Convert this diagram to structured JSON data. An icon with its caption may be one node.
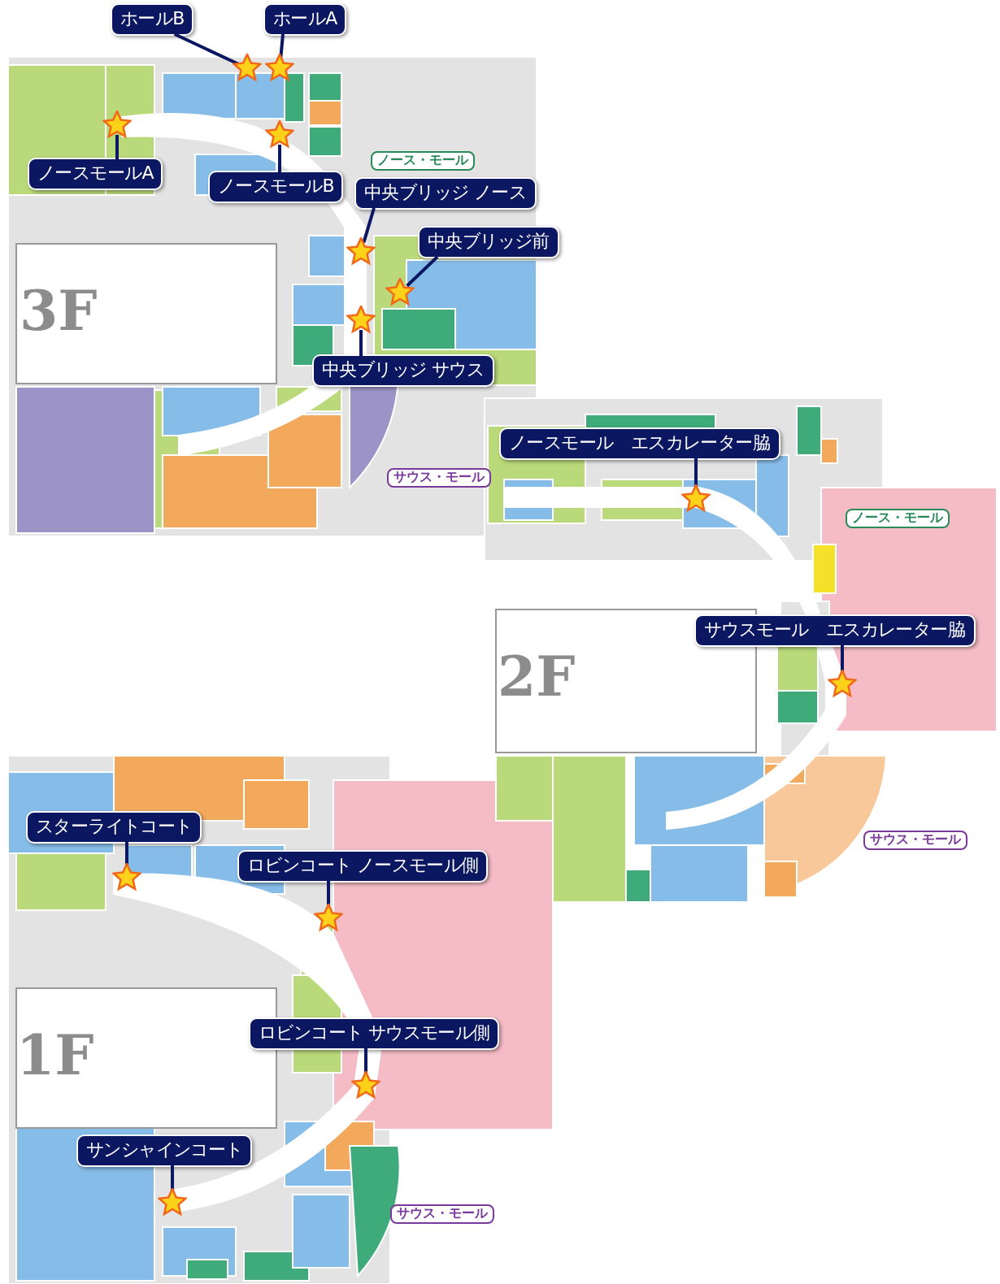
{
  "diagram": {
    "nodes": [
      {
        "text": [
          "ホールB"
        ]
      },
      {
        "text": [
          "ホールA"
        ]
      },
      {
        "text": [
          "ノースモールA"
        ]
      },
      {
        "text": [
          "ノースモールB"
        ]
      },
      {
        "text": [
          "中央ブリッジ ノース"
        ]
      },
      {
        "text": [
          "中央ブリッジ前"
        ]
      },
      {
        "text": [
          "中央ブリッジ サウス"
        ]
      },
      {
        "text": [
          "ノースモール　エスカレーター脇"
        ]
      },
      {
        "text": [
          "サウスモール　エスカレーター脇"
        ]
      },
      {
        "text": [
          "スターライトコート"
        ]
      },
      {
        "text": [
          "ロビンコート ノースモール側"
        ]
      },
      {
        "text": [
          "ロビンコート サウスモール側"
        ]
      },
      {
        "text": [
          "サンシャインコート"
        ]
      },
      {
        "text": [],
        "shape": "star"
      },
      {
        "text": [],
        "shape": "star"
      },
      {
        "text": [],
        "shape": "star"
      },
      {
        "text": [],
        "shape": "star"
      },
      {
        "text": [],
        "shape": "star"
      },
      {
        "text": [],
        "shape": "star"
      },
      {
        "text": [],
        "shape": "star"
      },
      {
        "text": [],
        "shape": "star"
      },
      {
        "text": [],
        "shape": "star"
      },
      {
        "text": [],
        "shape": "star"
      },
      {
        "text": [],
        "shape": "star"
      },
      {
        "text": [],
        "shape": "star"
      },
      {
        "text": [],
        "shape": "star"
      }
    ],
    "edges": [
      {
        "from": 0,
        "to": 13,
        "arrow": "none"
      },
      {
        "from": 1,
        "to": 14,
        "arrow": "none"
      },
      {
        "from": 2,
        "to": 15,
        "arrow": "none"
      },
      {
        "from": 3,
        "to": 16,
        "arrow": "none"
      },
      {
        "from": 4,
        "to": 17,
        "arrow": "none"
      },
      {
        "from": 5,
        "to": 18,
        "arrow": "none"
      },
      {
        "from": 6,
        "to": 19,
        "arrow": "none"
      },
      {
        "from": 7,
        "to": 20,
        "arrow": "none"
      },
      {
        "from": 8,
        "to": 21,
        "arrow": "none"
      },
      {
        "from": 9,
        "to": 22,
        "arrow": "none"
      },
      {
        "from": 10,
        "to": 23,
        "arrow": "none"
      },
      {
        "from": 11,
        "to": 24,
        "arrow": "none"
      },
      {
        "from": 12,
        "to": 25,
        "arrow": "none"
      }
    ],
    "labels": [
      "ノース・モール",
      "3F",
      "サウス・モール",
      "ノース・モール",
      "2F",
      "サウス・モール",
      "1F",
      "サウス・モール"
    ]
  }
}
